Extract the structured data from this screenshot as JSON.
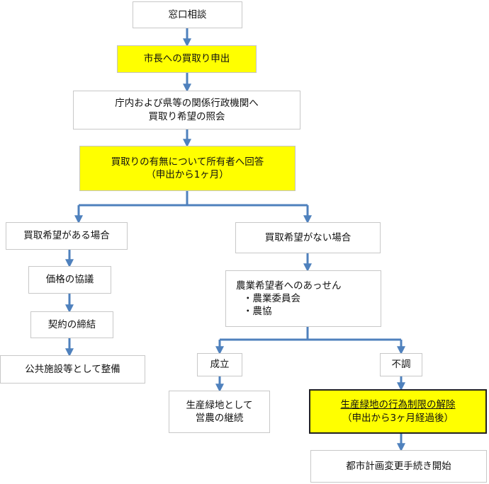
{
  "nodes": {
    "consultation": "窓口相談",
    "request_to_mayor": "市長への買取り申出",
    "inquiry_line1": "庁内および県等の関係行政機関へ",
    "inquiry_line2": "買取り希望の照会",
    "reply_line1": "買取りの有無について所有者へ回答",
    "reply_line2": "（申出から1ヶ月）",
    "wish_yes": "買取希望がある場合",
    "wish_no": "買取希望がない場合",
    "price_negotiation": "価格の協議",
    "contract": "契約の締結",
    "public_facility": "公共施設等として整備",
    "farmer_mediation": "農業希望者へのあっせん",
    "farm_committee": "・農業委員会",
    "ja": "・農協",
    "success": "成立",
    "failure": "不調",
    "continue_farming_line1": "生産緑地として",
    "continue_farming_line2": "営農の継続",
    "release_line1": "生産緑地の行為制限の解除",
    "release_line2": "（申出から3ヶ月経過後）",
    "urban_planning": "都市計画変更手続き開始"
  },
  "colors": {
    "highlight": "#ffff00",
    "arrow": "#4f81bd",
    "box_border": "#c8c8c8",
    "dark_border": "#222222"
  }
}
